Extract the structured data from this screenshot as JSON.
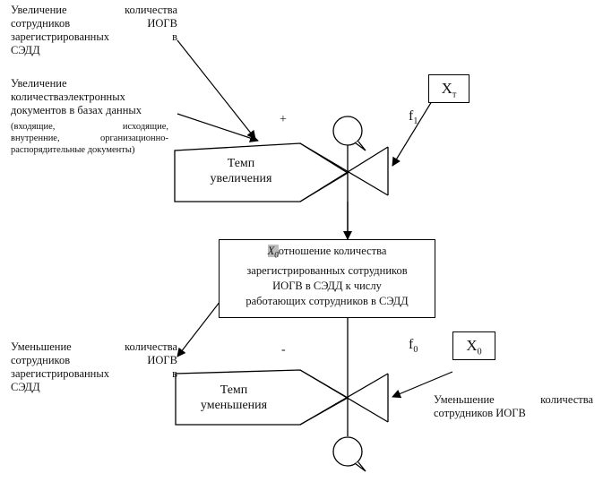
{
  "labels": {
    "top_left_1": [
      "Увеличение количества",
      "сотрудников ИОГВ",
      "зарегистрированных в",
      "СЭДД"
    ],
    "top_left_2": [
      "Увеличение",
      "количестваэлектронных",
      "документов в базах данных"
    ],
    "top_left_2_note": [
      "(входящие, исходящие,",
      "внутренние, организационно-",
      "распорядительные документы)"
    ],
    "bottom_left": [
      "Уменьшение количества",
      "сотрудников ИОГВ",
      "зарегистрированных в",
      "СЭДД"
    ],
    "bottom_right": [
      "Уменьшение количества",
      "сотрудников ИОГВ"
    ],
    "plus_sign": "+",
    "minus_sign": "-"
  },
  "flows": {
    "increase": [
      "Темп",
      "увеличения"
    ],
    "decrease": [
      "Темп",
      "уменьшения"
    ]
  },
  "variables": {
    "x_top": {
      "main": "X",
      "sub": "т"
    },
    "f_top": {
      "main": "f",
      "sub": "1"
    },
    "x_bottom": {
      "main": "X",
      "sub": "0"
    },
    "f_bottom": {
      "main": "f",
      "sub": "0"
    }
  },
  "central_box": {
    "var_main": "X",
    "var_sub": "0",
    "line1_rest": "отношение количества",
    "line2": "зарегистрированных сотрудников",
    "line3": "ИОГВ в СЭДД к числу",
    "line4": "работающих сотрудников в СЭДД"
  }
}
